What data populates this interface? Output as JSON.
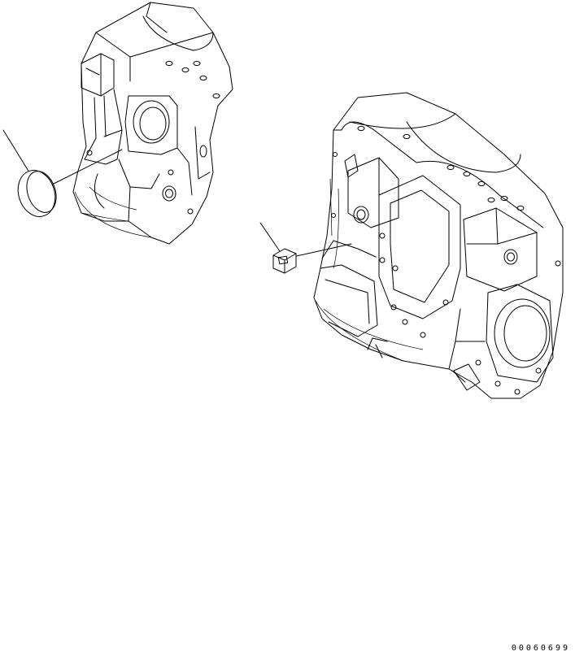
{
  "drawing_number": "00060699",
  "colors": {
    "line": "#000000",
    "background": "#ffffff"
  },
  "parts": [
    {
      "id": "small-housing",
      "kind": "transmission-case-cover"
    },
    {
      "id": "large-housing",
      "kind": "transmission-case"
    },
    {
      "id": "plug-disc",
      "kind": "expansion-plug"
    },
    {
      "id": "plug-hex",
      "kind": "threaded-plug"
    }
  ]
}
